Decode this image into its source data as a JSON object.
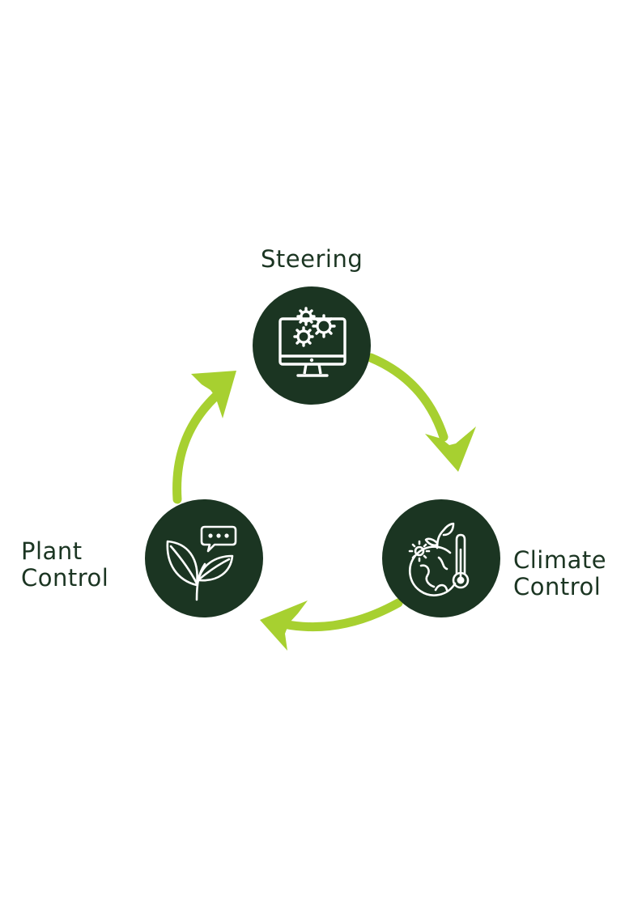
{
  "colors": {
    "node_fill": "#1b3522",
    "arrow": "#a7d030",
    "label_text": "#1b3522",
    "icon_stroke": "#ffffff"
  },
  "nodes": [
    {
      "id": "steering",
      "label": "Steering",
      "icon": "computer-gears-icon"
    },
    {
      "id": "climate",
      "label": "Climate\nControl",
      "icon": "globe-thermometer-icon"
    },
    {
      "id": "plant",
      "label": "Plant\nControl",
      "icon": "plant-chat-icon"
    }
  ],
  "cycle_order": [
    "steering",
    "climate",
    "plant"
  ]
}
